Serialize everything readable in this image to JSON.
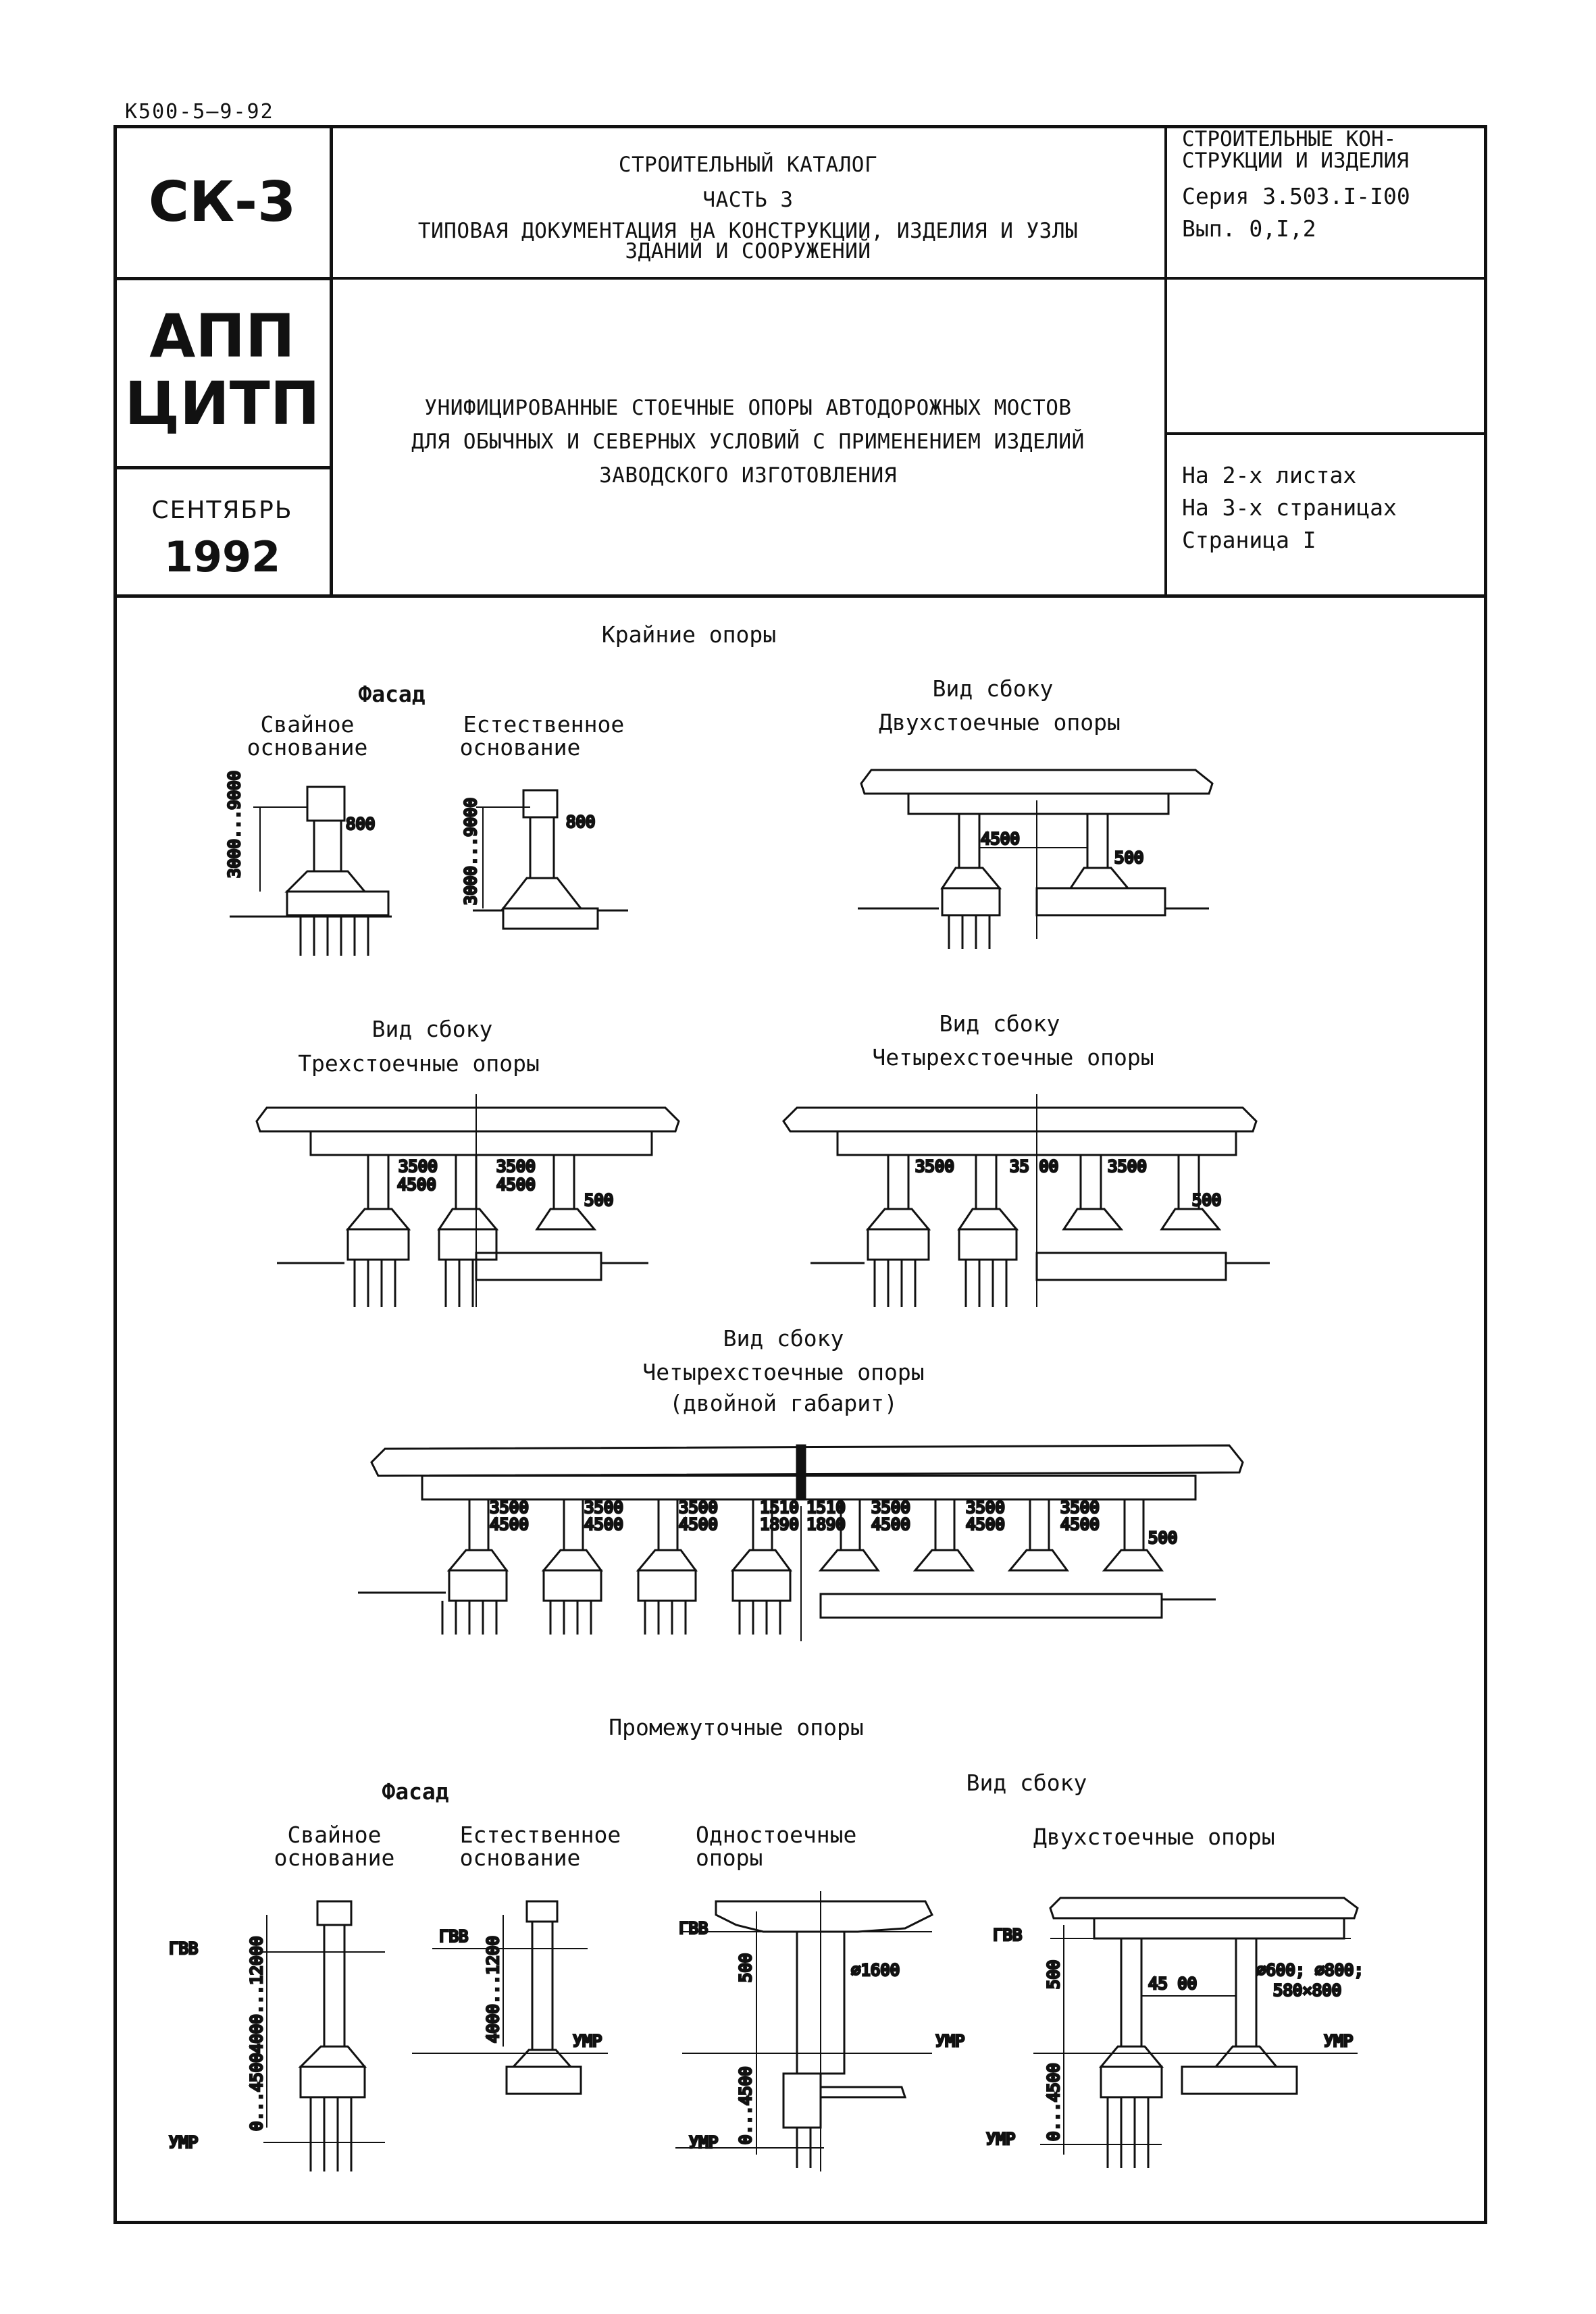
{
  "header": {
    "doc_code": "К500-5—9-92",
    "left": {
      "code": "СК-3",
      "org_line1": "АПП",
      "org_line2": "ЦИТП",
      "month": "СЕНТЯБРЬ",
      "year": "1992"
    },
    "center_top": {
      "line1": "СТРОИТЕЛЬНЫЙ КАТАЛОГ",
      "line2": "ЧАСТЬ 3",
      "line3": "ТИПОВАЯ ДОКУМЕНТАЦИЯ НА КОНСТРУКЦИИ, ИЗДЕЛИЯ И УЗЛЫ",
      "line4": "ЗДАНИЙ И СООРУЖЕНИЙ"
    },
    "center_title": {
      "line1": "УНИФИЦИРОВАННЫЕ СТОЕЧНЫЕ ОПОРЫ АВТОДОРОЖНЫХ МОСТОВ",
      "line2": "ДЛЯ ОБЫЧНЫХ И СЕВЕРНЫХ УСЛОВИЙ С ПРИМЕНЕНИЕМ ИЗДЕЛИЙ",
      "line3": "ЗАВОДСКОГО ИЗГОТОВЛЕНИЯ"
    },
    "right_top": {
      "line1": "СТРОИТЕЛЬНЫЕ КОН-",
      "line2": "СТРУКЦИИ И ИЗДЕЛИЯ",
      "line3": "Серия 3.503.I-I00",
      "line4": "Вып. 0,I,2"
    },
    "right_bottom": {
      "line1": "На 2-х листах",
      "line2": "На 3-х страницах",
      "line3": "Страница I"
    }
  },
  "drawing": {
    "section_end": "Крайние опоры",
    "facade": "Фасад",
    "pile_base_1": "Свайное",
    "pile_base_2": "основание",
    "natural_base_1": "Естественное",
    "natural_base_2": "основание",
    "side_view": "Вид сбоку",
    "two_post": "Двухстоечные опоры",
    "three_post": "Трехстоечные опоры",
    "four_post": "Четырехстоечные опоры",
    "double_gauge": "(двойной габарит)",
    "section_intermediate": "Промежуточные опоры",
    "single_post_1": "Одностоечные",
    "single_post_2": "опоры",
    "two_post_b": "Двухстоечные опоры",
    "dims": {
      "h_range": "3000...9000",
      "d800": "800",
      "d500": "500",
      "d4500": "4500",
      "d3500": "3500",
      "d1510": "1510",
      "d1890": "1890",
      "d12000": "4000...12000",
      "d1200": "4000...1200",
      "d0_4500": "0...4500",
      "gvv": "ГВВ",
      "umr": "УМР",
      "phi1600": "⌀1600",
      "phi600": "⌀600; ⌀800;",
      "size580": "580×800",
      "d45_00": "45 00",
      "d35_00": "35 00"
    }
  }
}
